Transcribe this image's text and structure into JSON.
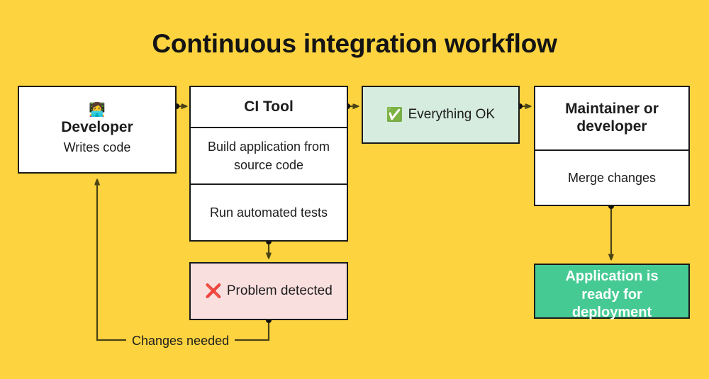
{
  "page": {
    "title": "Continuous integration workflow",
    "background_color": "#fdd33f",
    "text_color": "#1d1d1d",
    "connector_color": "#4a4315"
  },
  "nodes": {
    "developer": {
      "icon": "technologist-emoji",
      "icon_glyph": "👩‍💻",
      "title": "Developer",
      "subtitle": "Writes code"
    },
    "ci_tool": {
      "title": "CI Tool",
      "steps": [
        "Build application from source code",
        "Run automated tests"
      ]
    },
    "everything_ok": {
      "icon": "check-mark-button-emoji",
      "icon_glyph": "✅",
      "label": "Everything OK",
      "color": "#d6ecdf"
    },
    "problem_detected": {
      "icon": "cross-mark-emoji",
      "icon_glyph": "❌",
      "label": "Problem detected",
      "color": "#fadfdf"
    },
    "maintainer": {
      "title": "Maintainer or developer",
      "action": "Merge changes"
    },
    "deployment": {
      "label": "Application is ready for deployment",
      "color": "#46ca94",
      "text_color": "#ffffff"
    }
  },
  "edges": {
    "changes_needed": "Changes needed"
  }
}
